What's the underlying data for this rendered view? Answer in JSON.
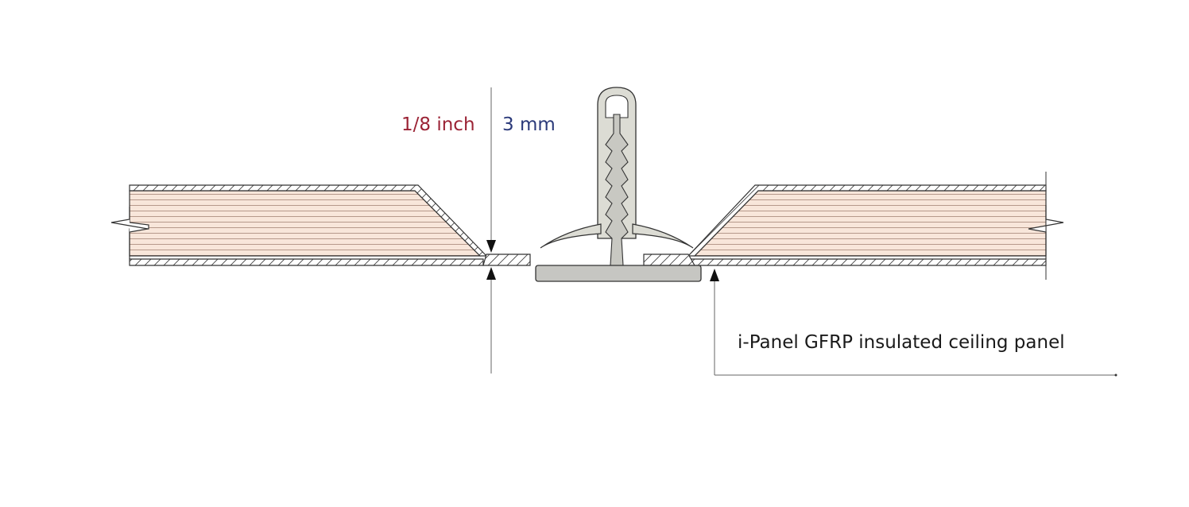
{
  "dimension": {
    "imperial_label": "1/8 inch",
    "metric_label": "3 mm"
  },
  "callout": {
    "panel_label": "i-Panel GFRP insulated ceiling panel"
  },
  "colors": {
    "imperial": "#9b2335",
    "metric": "#2b3a7a",
    "text": "#1a1a1a",
    "panel_core": "#f8e6da",
    "panel_line": "#a08070",
    "spline": "#dcdcd4",
    "spline_dark": "#c8c8c2",
    "tbar": "#c6c6c2",
    "outline": "#333333",
    "dim_line": "#666666"
  }
}
